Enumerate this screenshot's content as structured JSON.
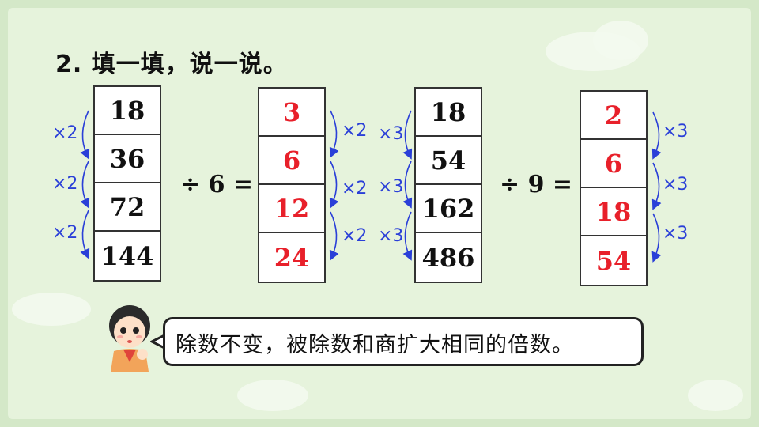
{
  "title": "2. 填一填，说一说。",
  "table1": {
    "values": [
      "18",
      "36",
      "72",
      "144"
    ],
    "multipliers": [
      "×2",
      "×2",
      "×2"
    ]
  },
  "op1": "÷ 6 =",
  "table2": {
    "values": [
      "3",
      "6",
      "12",
      "24"
    ],
    "multipliers": [
      "×2",
      "×2",
      "×2"
    ]
  },
  "table3": {
    "values": [
      "18",
      "54",
      "162",
      "486"
    ],
    "multipliers": [
      "×3",
      "×3",
      "×3"
    ]
  },
  "op2": "÷ 9 =",
  "table4": {
    "values": [
      "2",
      "6",
      "18",
      "54"
    ],
    "multipliers": [
      "×3",
      "×3",
      "×3"
    ]
  },
  "speech": "除数不变，被除数和商扩大相同的倍数。",
  "colors": {
    "answer": "#e8202a",
    "arrow": "#2a3fd8",
    "background": "#d4e8c8"
  },
  "icons": [
    "boy-avatar-icon",
    "curved-arrow-icon"
  ]
}
